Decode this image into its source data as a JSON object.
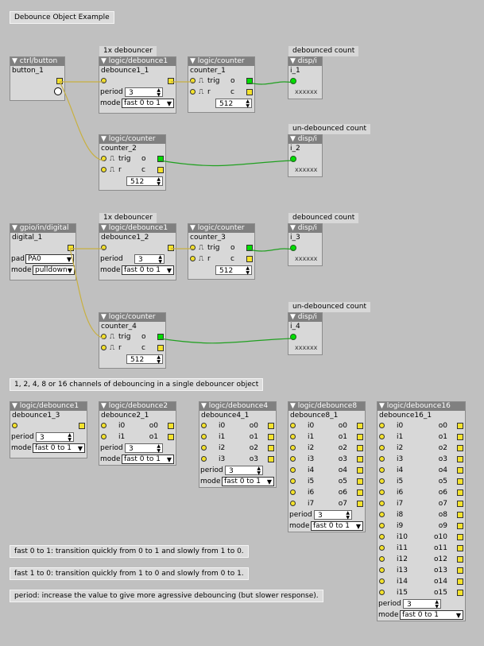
{
  "page_title": "Debounce Object Example",
  "header_tags": {
    "debouncer_a": "1x debouncer",
    "debounced_a": "debounced count",
    "undebounced_a": "un-debounced count",
    "debouncer_b": "1x debouncer",
    "debounced_b": "debounced count",
    "undebounced_b": "un-debounced count"
  },
  "comments": {
    "channels": "1, 2, 4, 8 or 16 channels of debouncing in a single debouncer object",
    "fast01": "fast 0 to 1: transition quickly from 0 to 1 and slowly from 1 to 0.",
    "fast10": "fast 1 to 0: transition quickly from 1 to 0 and slowly from 0 to 1.",
    "period": "period: increase the value to give more agressive debouncing (but slower response)."
  },
  "objects": {
    "ctrl_button": {
      "type": "▼ ctrl/button",
      "name": "button_1"
    },
    "debounce1_1": {
      "type": "▼ logic/debounce1",
      "name": "debounce1_1",
      "period_label": "period",
      "period": "3",
      "mode_label": "mode",
      "mode": "fast 0 to 1"
    },
    "counter_1": {
      "type": "▼ logic/counter",
      "name": "counter_1",
      "trig": "trig",
      "o": "o",
      "r": "r",
      "c": "c",
      "value": "512"
    },
    "disp_i1": {
      "type": "▼ disp/i",
      "name": "i_1",
      "value": "xxxxxx"
    },
    "counter_2": {
      "type": "▼ logic/counter",
      "name": "counter_2",
      "trig": "trig",
      "o": "o",
      "r": "r",
      "c": "c",
      "value": "512"
    },
    "disp_i2": {
      "type": "▼ disp/i",
      "name": "i_2",
      "value": "xxxxxx"
    },
    "gpio_digital": {
      "type": "▼ gpio/in/digital",
      "name": "digital_1",
      "pad_label": "pad",
      "pad": "PA0",
      "mode_label": "mode",
      "mode": "pulldown"
    },
    "debounce1_2": {
      "type": "▼ logic/debounce1",
      "name": "debounce1_2",
      "period_label": "period",
      "period": "3",
      "mode_label": "mode",
      "mode": "fast 0 to 1"
    },
    "counter_3": {
      "type": "▼ logic/counter",
      "name": "counter_3",
      "trig": "trig",
      "o": "o",
      "r": "r",
      "c": "c",
      "value": "512"
    },
    "disp_i3": {
      "type": "▼ disp/i",
      "name": "i_3",
      "value": "xxxxxx"
    },
    "counter_4": {
      "type": "▼ logic/counter",
      "name": "counter_4",
      "trig": "trig",
      "o": "o",
      "r": "r",
      "c": "c",
      "value": "512"
    },
    "disp_i4": {
      "type": "▼ disp/i",
      "name": "i_4",
      "value": "xxxxxx"
    },
    "debounce1_3": {
      "type": "▼ logic/debounce1",
      "name": "debounce1_3",
      "period_label": "period",
      "period": "3",
      "mode_label": "mode",
      "mode": "fast 0 to 1"
    },
    "debounce2_1": {
      "type": "▼ logic/debounce2",
      "name": "debounce2_1",
      "period_label": "period",
      "period": "3",
      "mode_label": "mode",
      "mode": "fast 0 to 1",
      "inputs": [
        "i0",
        "i1"
      ],
      "outputs": [
        "o0",
        "o1"
      ]
    },
    "debounce4_1": {
      "type": "▼ logic/debounce4",
      "name": "debounce4_1",
      "period_label": "period",
      "period": "3",
      "mode_label": "mode",
      "mode": "fast 0 to 1",
      "inputs": [
        "i0",
        "i1",
        "i2",
        "i3"
      ],
      "outputs": [
        "o0",
        "o1",
        "o2",
        "o3"
      ]
    },
    "debounce8_1": {
      "type": "▼ logic/debounce8",
      "name": "debounce8_1",
      "period_label": "period",
      "period": "3",
      "mode_label": "mode",
      "mode": "fast 0 to 1",
      "inputs": [
        "i0",
        "i1",
        "i2",
        "i3",
        "i4",
        "i5",
        "i6",
        "i7"
      ],
      "outputs": [
        "o0",
        "o1",
        "o2",
        "o3",
        "o4",
        "o5",
        "o6",
        "o7"
      ]
    },
    "debounce16_1": {
      "type": "▼ logic/debounce16",
      "name": "debounce16_1",
      "period_label": "period",
      "period": "3",
      "mode_label": "mode",
      "mode": "fast 0 to 1",
      "inputs": [
        "i0",
        "i1",
        "i2",
        "i3",
        "i4",
        "i5",
        "i6",
        "i7",
        "i8",
        "i9",
        "i10",
        "i11",
        "i12",
        "i13",
        "i14",
        "i15"
      ],
      "outputs": [
        "o0",
        "o1",
        "o2",
        "o3",
        "o4",
        "o5",
        "o6",
        "o7",
        "o8",
        "o9",
        "o10",
        "o11",
        "o12",
        "o13",
        "o14",
        "o15"
      ]
    }
  },
  "colors": {
    "wire_bool": "#c8b040",
    "wire_int": "#20a020",
    "title_bar": "#808080",
    "canvas": "#c0c0c0"
  },
  "icons": {
    "dropdown": "▼",
    "stepper": "▲▼"
  }
}
